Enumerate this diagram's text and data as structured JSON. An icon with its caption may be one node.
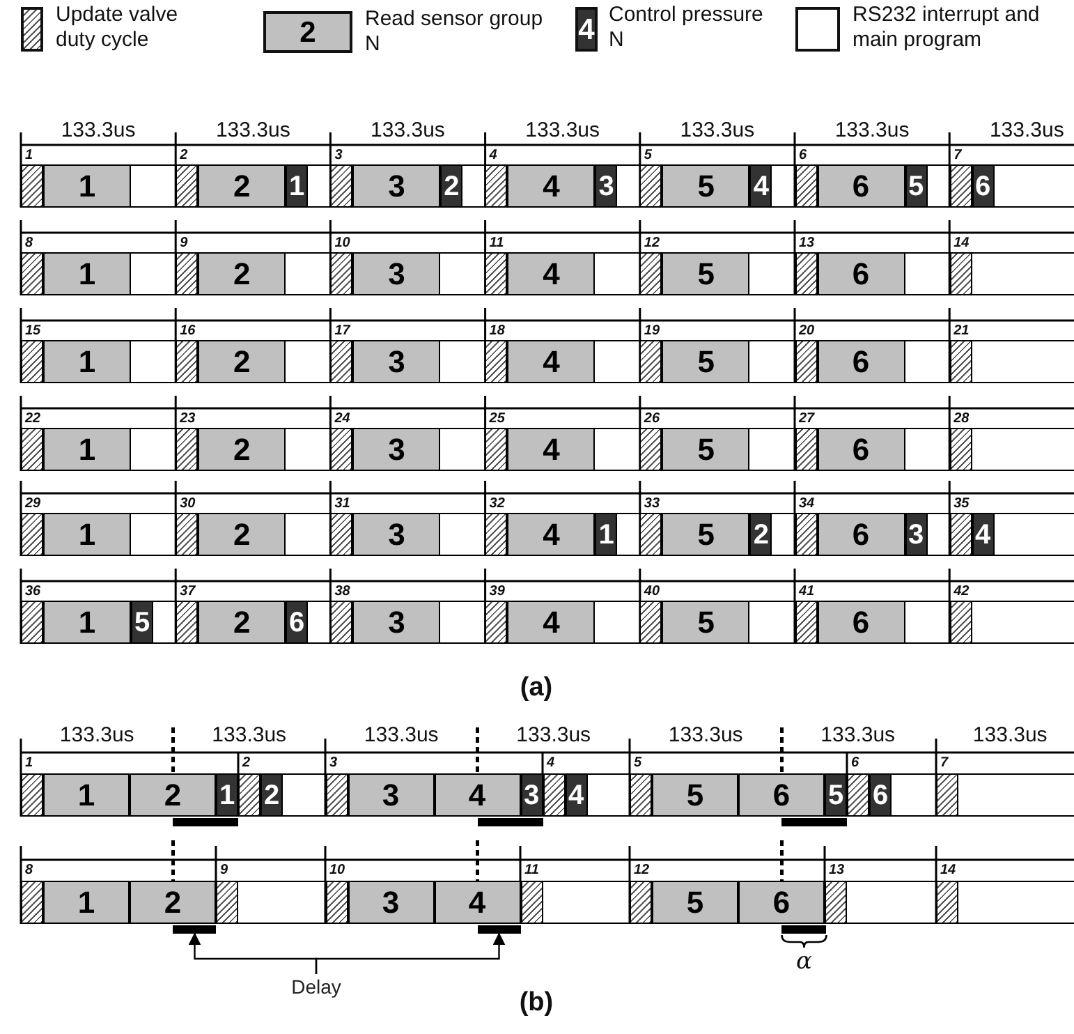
{
  "diagram": {
    "nodes": [
      {
        "text": [
          "1"
        ]
      },
      {
        "text": [
          "2"
        ]
      },
      {
        "text": [
          "1"
        ]
      },
      {
        "text": [
          "3"
        ]
      },
      {
        "text": [
          "2"
        ]
      },
      {
        "text": [
          "4"
        ]
      },
      {
        "text": [
          "3"
        ]
      },
      {
        "text": [
          "5"
        ]
      },
      {
        "text": [
          "4"
        ]
      },
      {
        "text": [
          "6"
        ]
      },
      {
        "text": [
          "5"
        ]
      },
      {
        "text": [
          "6"
        ]
      },
      {
        "text": [
          "1"
        ]
      },
      {
        "text": [
          "2"
        ]
      },
      {
        "text": [
          "3"
        ]
      },
      {
        "text": [
          "4"
        ]
      },
      {
        "text": [
          "5"
        ]
      },
      {
        "text": [
          "6"
        ]
      },
      {
        "text": [
          "1"
        ]
      },
      {
        "text": [
          "2"
        ]
      },
      {
        "text": [
          "3"
        ]
      },
      {
        "text": [
          "4"
        ]
      },
      {
        "text": [
          "5"
        ]
      },
      {
        "text": [
          "6"
        ]
      },
      {
        "text": [
          "1"
        ]
      },
      {
        "text": [
          "2"
        ]
      },
      {
        "text": [
          "3"
        ]
      },
      {
        "text": [
          "4"
        ]
      },
      {
        "text": [
          "5"
        ]
      },
      {
        "text": [
          "6"
        ]
      },
      {
        "text": [
          "1"
        ]
      },
      {
        "text": [
          "2"
        ]
      },
      {
        "text": [
          "3"
        ]
      },
      {
        "text": [
          "4"
        ]
      },
      {
        "text": [
          "1"
        ]
      },
      {
        "text": [
          "5"
        ]
      },
      {
        "text": [
          "2"
        ]
      },
      {
        "text": [
          "6"
        ]
      },
      {
        "text": [
          "3"
        ]
      },
      {
        "text": [
          "4"
        ]
      },
      {
        "text": [
          "1"
        ]
      },
      {
        "text": [
          "5"
        ]
      },
      {
        "text": [
          "2"
        ]
      },
      {
        "text": [
          "6"
        ]
      },
      {
        "text": [
          "3"
        ]
      },
      {
        "text": [
          "4"
        ]
      },
      {
        "text": [
          "5"
        ]
      },
      {
        "text": [
          "6"
        ]
      },
      {
        "text": [
          "1"
        ]
      },
      {
        "text": [
          "2"
        ]
      },
      {
        "text": [
          "1"
        ]
      },
      {
        "text": [
          "2"
        ]
      },
      {
        "text": [
          "3"
        ]
      },
      {
        "text": [
          "4"
        ]
      },
      {
        "text": [
          "3"
        ]
      },
      {
        "text": [
          "4"
        ]
      },
      {
        "text": [
          "5"
        ]
      },
      {
        "text": [
          "6"
        ]
      },
      {
        "text": [
          "5"
        ]
      },
      {
        "text": [
          "6"
        ]
      },
      {
        "text": [
          "1"
        ]
      },
      {
        "text": [
          "2"
        ]
      },
      {
        "text": [
          "3"
        ]
      },
      {
        "text": [
          "4"
        ]
      },
      {
        "text": [
          "5"
        ]
      },
      {
        "text": [
          "6"
        ]
      },
      {
        "text": [],
        "shape": "bar"
      },
      {
        "text": [],
        "shape": "bar"
      },
      {
        "text": [
          "Delay"
        ]
      }
    ],
    "edges": [
      {
        "from": 68,
        "to": 66,
        "arrow": "to"
      },
      {
        "from": 68,
        "to": 67,
        "arrow": "to"
      }
    ],
    "labels": [
      "2",
      "4",
      "133.3us",
      "133.3us",
      "133.3us",
      "133.3us",
      "133.3us",
      "133.3us",
      "133.3us",
      "1",
      "2",
      "3",
      "4",
      "5",
      "6",
      "7",
      "8",
      "9",
      "10",
      "11",
      "12",
      "13",
      "14",
      "15",
      "16",
      "17",
      "18",
      "19",
      "20",
      "21",
      "22",
      "23",
      "24",
      "25",
      "26",
      "27",
      "28",
      "29",
      "30",
      "31",
      "32",
      "33",
      "34",
      "35",
      "36",
      "37",
      "38",
      "39",
      "40",
      "41",
      "42",
      "(a)",
      "133.3us",
      "133.3us",
      "133.3us",
      "133.3us",
      "133.3us",
      "133.3us",
      "133.3us",
      "1",
      "2",
      "3",
      "4",
      "5",
      "6",
      "7",
      "8",
      "9",
      "10",
      "11",
      "12",
      "13",
      "14",
      "α",
      "(b)"
    ],
    "legend": [
      {
        "text": "Update valve duty cycle"
      },
      {
        "text": "Read sensor group N",
        "color": "#c0c0c0"
      },
      {
        "text": "Control pressure N",
        "color": "#333333"
      },
      {
        "text": "RS232 interrupt and main program",
        "color": "#ffffff"
      }
    ]
  }
}
